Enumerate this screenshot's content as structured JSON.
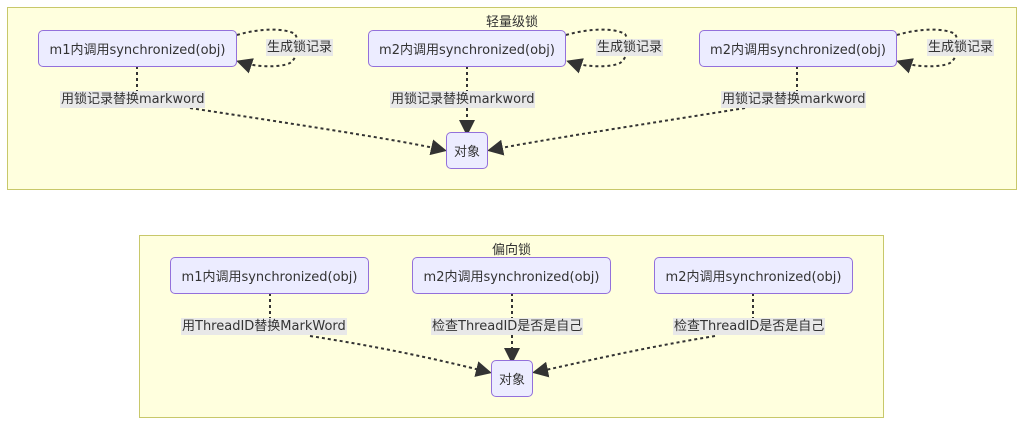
{
  "clusters": {
    "lightweight": {
      "title": "轻量级锁",
      "nodes": [
        {
          "label": "m1内调用synchronized(obj)"
        },
        {
          "label": "m2内调用synchronized(obj)"
        },
        {
          "label": "m2内调用synchronized(obj)"
        }
      ],
      "self_loop_label": "生成锁记录",
      "edge_labels": [
        "用锁记录替换markword",
        "用锁记录替换markword",
        "用锁记录替换markword"
      ],
      "target": "对象"
    },
    "biased": {
      "title": "偏向锁",
      "nodes": [
        {
          "label": "m1内调用synchronized(obj)"
        },
        {
          "label": "m2内调用synchronized(obj)"
        },
        {
          "label": "m2内调用synchronized(obj)"
        }
      ],
      "edge_labels": [
        "用ThreadID替换MarkWord",
        "检查ThreadID是否是自己",
        "检查ThreadID是否是自己"
      ],
      "target": "对象"
    }
  },
  "colors": {
    "cluster_fill": "#ffffde",
    "cluster_border": "#c8c86a",
    "node_fill": "#ececff",
    "node_border": "#9370db",
    "edge": "#333333",
    "edge_label_bg": "#e8e8e8"
  }
}
